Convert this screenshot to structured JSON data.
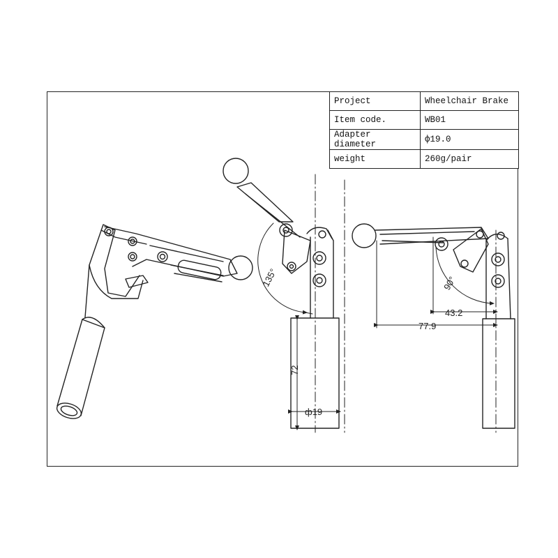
{
  "table": {
    "rows": [
      {
        "label": "Project",
        "value": "Wheelchair Brake"
      },
      {
        "label": "Item code.",
        "value": "WB01"
      },
      {
        "label": "Adapter diameter",
        "value": "ф19.0"
      },
      {
        "label": "weight",
        "value": "260g/pair"
      }
    ]
  },
  "dimensions": {
    "angle_open": "135°",
    "tube_length": "72",
    "tube_diameter": "ф19",
    "angle_closed": "90°",
    "offset_short": "43.2",
    "offset_long": "77.9"
  },
  "colors": {
    "line": "#222222",
    "background": "#ffffff"
  }
}
